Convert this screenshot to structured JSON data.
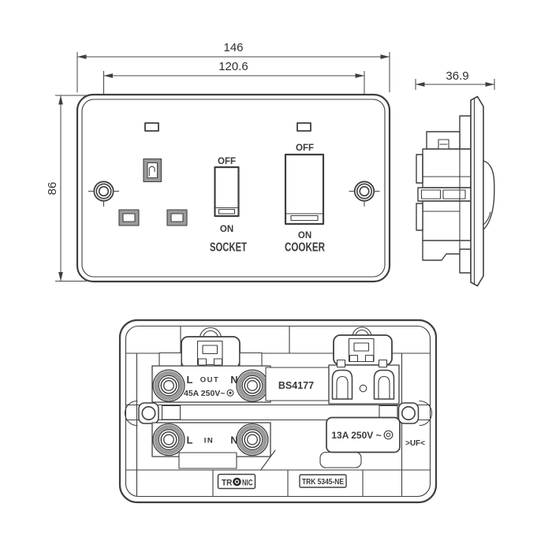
{
  "front_view": {
    "dimensions": {
      "width": "146",
      "fixing_centres": "120.6",
      "height": "86"
    },
    "socket_switch": {
      "off_label": "OFF",
      "on_label": "ON",
      "name": "SOCKET"
    },
    "cooker_switch": {
      "off_label": "OFF",
      "on_label": "ON",
      "name": "COOKER"
    }
  },
  "side_view": {
    "dimensions": {
      "depth": "36.9"
    }
  },
  "rear_view": {
    "out_terminal": {
      "live": "L",
      "label": "OUT",
      "neutral": "N",
      "rating": "45A 250V~"
    },
    "standard": "BS4177",
    "in_terminal": {
      "live": "L",
      "label": "IN",
      "neutral": "N"
    },
    "aux_rating": "13A 250V ~",
    "uf_marking": ">UF<",
    "brand": {
      "part1": "TR",
      "part2": "NIC"
    },
    "model_number": "TRK 5345-NE"
  }
}
